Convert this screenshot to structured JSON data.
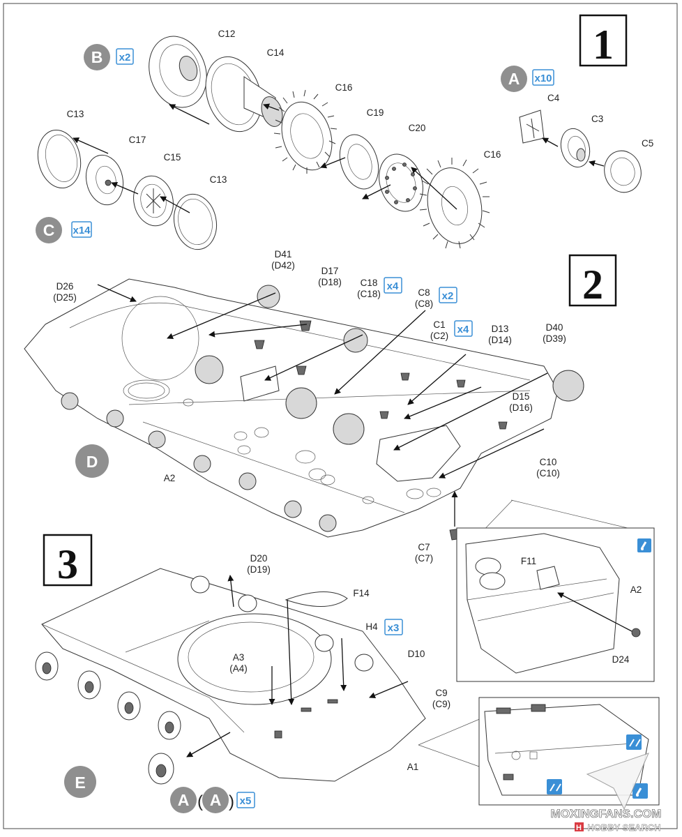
{
  "steps": [
    "1",
    "2",
    "3"
  ],
  "sub_assemblies": {
    "B": {
      "letter": "B",
      "qty": "x2"
    },
    "A": {
      "letter": "A",
      "qty": "x10"
    },
    "C": {
      "letter": "C",
      "qty": "x14"
    },
    "D": {
      "letter": "D"
    },
    "E": {
      "letter": "E"
    },
    "A_final": {
      "letter1": "A",
      "letter2": "A",
      "qty": "x5"
    }
  },
  "step1_parts": {
    "c12": "C12",
    "c14": "C14",
    "c16a": "C16",
    "c19": "C19",
    "c20": "C20",
    "c16b": "C16",
    "c4": "C4",
    "c3": "C3",
    "c5": "C5",
    "c13a": "C13",
    "c17": "C17",
    "c15": "C15",
    "c13b": "C13"
  },
  "step2_parts": {
    "d26": "D26",
    "d25": "(D25)",
    "d41": "D41",
    "d42": "(D42)",
    "d17": "D17",
    "d18": "(D18)",
    "c18": "C18",
    "c18b": "(C18)",
    "c18_qty": "x4",
    "c8": "C8",
    "c8b": "(C8)",
    "c8_qty": "x2",
    "c1": "C1",
    "c2": "(C2)",
    "c1_qty": "x4",
    "d13": "D13",
    "d14": "(D14)",
    "d40": "D40",
    "d39": "(D39)",
    "d15": "D15",
    "d16": "(D16)",
    "c10": "C10",
    "c10b": "(C10)",
    "a2": "A2",
    "c7": "C7",
    "c7b": "(C7)"
  },
  "step2_inset": {
    "f11": "F11",
    "a2": "A2",
    "d24": "D24"
  },
  "step3_parts": {
    "d20": "D20",
    "d19": "(D19)",
    "f14": "F14",
    "h4": "H4",
    "h4_qty": "x3",
    "a3": "A3",
    "a4": "(A4)",
    "d10": "D10",
    "c9": "C9",
    "c9b": "(C9)",
    "a1": "A1"
  },
  "watermark": {
    "line1": "MOXINGFANS.COM",
    "line2": "HOBBY SEARCH",
    "badge": "H"
  },
  "colors": {
    "accent": "#3a8fd6",
    "circle": "#8f8f8f",
    "ink": "#222222"
  }
}
